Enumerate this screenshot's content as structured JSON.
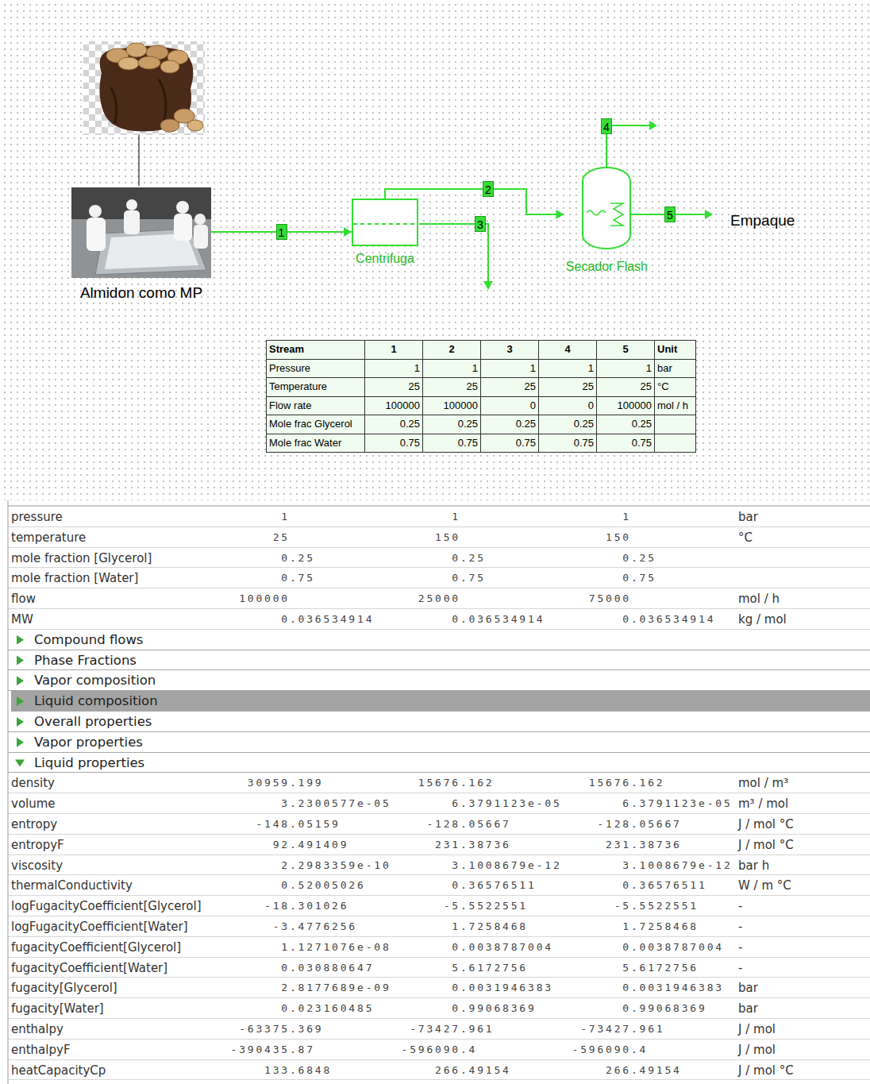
{
  "diagram": {
    "nodes": [
      {
        "text": [
          "Almidon como MP"
        ]
      },
      {
        "text": [
          "Centrifuga"
        ]
      },
      {
        "text": [
          "Secador Flash"
        ]
      }
    ],
    "edges": [
      {
        "from": 0,
        "to": 1,
        "arrow": "to",
        "label": "1"
      },
      {
        "from": 1,
        "to": 2,
        "arrow": "to",
        "label": "2"
      }
    ],
    "labels": [
      "3",
      "4",
      "5",
      "Empaque",
      "Stream",
      "1",
      "2",
      "3",
      "4",
      "5",
      "Unit",
      "Pressure",
      "1",
      "1",
      "1",
      "1",
      "1",
      "bar",
      "Temperature",
      "25",
      "25",
      "25",
      "25",
      "25",
      "°C",
      "Flow rate",
      "100000",
      "100000",
      "0",
      "0",
      "100000",
      "mol / h",
      "Mole frac Glycerol",
      "0.25",
      "0.25",
      "0.25",
      "0.25",
      "0.25",
      "Mole frac Water",
      "0.75",
      "0.75",
      "0.75",
      "0.75",
      "0.75",
      "pressure",
      "1",
      "1",
      "1",
      "bar",
      "temperature",
      "25",
      "150",
      "150",
      "°C",
      "mole fraction [Glycerol]",
      "0.25",
      "0.25",
      "0.25",
      "mole fraction [Water]",
      "0.75",
      "0.75",
      "0.75",
      "flow",
      "100000",
      "25000",
      "75000",
      "mol / h",
      "MW",
      "0.036534914",
      "0.036534914",
      "0.036534914",
      "kg / mol",
      "Compound flows",
      "Phase Fractions",
      "Vapor composition",
      "Liquid composition",
      "Overall properties",
      "Vapor properties",
      "Liquid properties",
      "density",
      "30959.199",
      "15676.162",
      "15676.162",
      "mol / m³",
      "volume",
      "3.2300577e-05",
      "6.3791123e-05",
      "6.3791123e-05",
      "m³ / mol",
      "entropy",
      "-148.05159",
      "-128.05667",
      "-128.05667",
      "J / mol °C",
      "entropyF",
      "92.491409",
      "231.38736",
      "231.38736",
      "J / mol °C",
      "viscosity",
      "2.2983359e-10",
      "3.1008679e-12",
      "3.1008679e-12",
      "bar h",
      "thermalConductivity",
      "0.52005026",
      "0.36576511",
      "0.36576511",
      "W / m °C",
      "logFugacityCoefficient[Glycerol]",
      "-18.301026",
      "-5.5522551",
      "-5.5522551",
      "-",
      "logFugacityCoefficient[Water]",
      "-3.4776256",
      "1.7258468",
      "1.7258468",
      "-",
      "fugacityCoefficient[Glycerol]",
      "1.1271076e-08",
      "0.0038787004",
      "0.0038787004",
      "-",
      "fugacityCoefficient[Water]",
      "0.030880647",
      "5.6172756",
      "5.6172756",
      "-",
      "fugacity[Glycerol]",
      "2.8177689e-09",
      "0.0031946383",
      "0.0031946383",
      "bar",
      "fugacity[Water]",
      "0.023160485",
      "0.99068369",
      "0.99068369",
      "bar",
      "enthalpy",
      "-63375.369",
      "-73427.961",
      "-73427.961",
      "J / mol",
      "enthalpyF",
      "-390435.87",
      "-596090.4",
      "-596090.4",
      "J / mol",
      "heatCapacityCp",
      "133.6848",
      "266.49154",
      "266.49154",
      "J / mol °C"
    ]
  }
}
